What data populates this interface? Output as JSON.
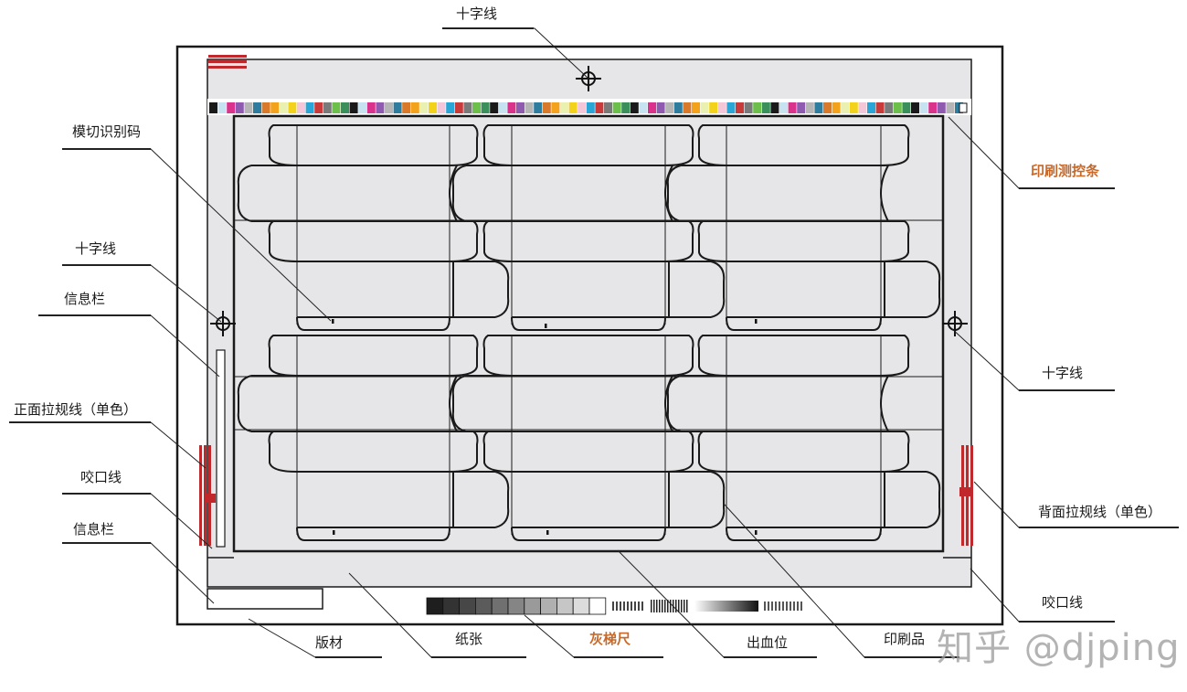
{
  "labels": {
    "top_crosshair": "十字线",
    "die_cut_code": "模切识别码",
    "left_crosshair": "十字线",
    "left_info_bar": "信息栏",
    "front_guide_line": "正面拉规线（单色）",
    "left_gripper_line": "咬口线",
    "bottom_info_bar": "信息栏",
    "color_bar": "印刷测控条",
    "right_crosshair": "十字线",
    "back_guide_line": "背面拉规线（单色）",
    "right_gripper_line": "咬口线",
    "plate": "版材",
    "paper": "纸张",
    "gray_scale": "灰梯尺",
    "bleed": "出血位",
    "print_product": "印刷品"
  },
  "watermark": "知乎 @djping",
  "colors": {
    "highlight": "#c8692a",
    "guide_red": "#c0282b",
    "paper_gray": "#e6e6e8",
    "line": "#1a1a1a"
  }
}
